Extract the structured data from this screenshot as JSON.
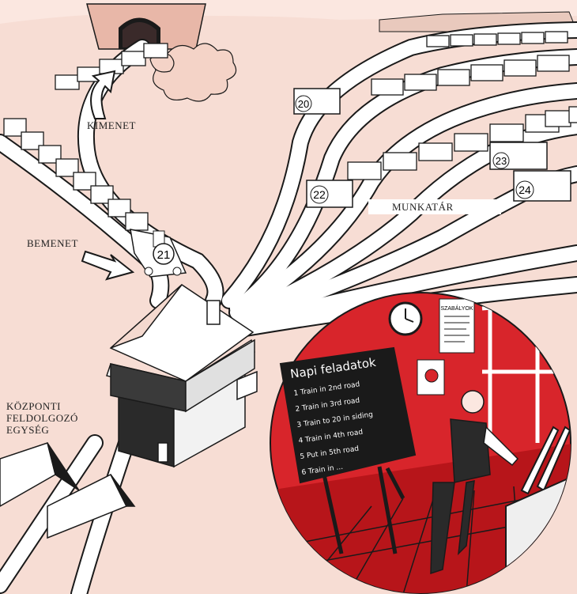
{
  "labels": {
    "output": "KIMENET",
    "input": "BEMENET",
    "workspace": "MUNKATÁR",
    "cpu_line1": "KÖZPONTI",
    "cpu_line2": "FELDOLGOZÓ",
    "cpu_line3": "EGYSÉG"
  },
  "train_numbers": {
    "engine": "21",
    "wagon_a": "20",
    "wagon_b": "22",
    "wagon_c": "23",
    "wagon_d": "24"
  },
  "board": {
    "title": "Napi feladatok",
    "lines": [
      "1 Train in 2nd road",
      "2 Train in 3rd road",
      "3 Train to 20 in siding",
      "4 Train in 4th road",
      "5 Put in 5th road",
      "6 Train in ..."
    ]
  },
  "notice": {
    "title": "SZABÁLYOK"
  },
  "colors": {
    "background": "#fbe7e0",
    "cab_red": "#d8252b",
    "line": "#1a1a1a",
    "track": "#ffffff"
  }
}
